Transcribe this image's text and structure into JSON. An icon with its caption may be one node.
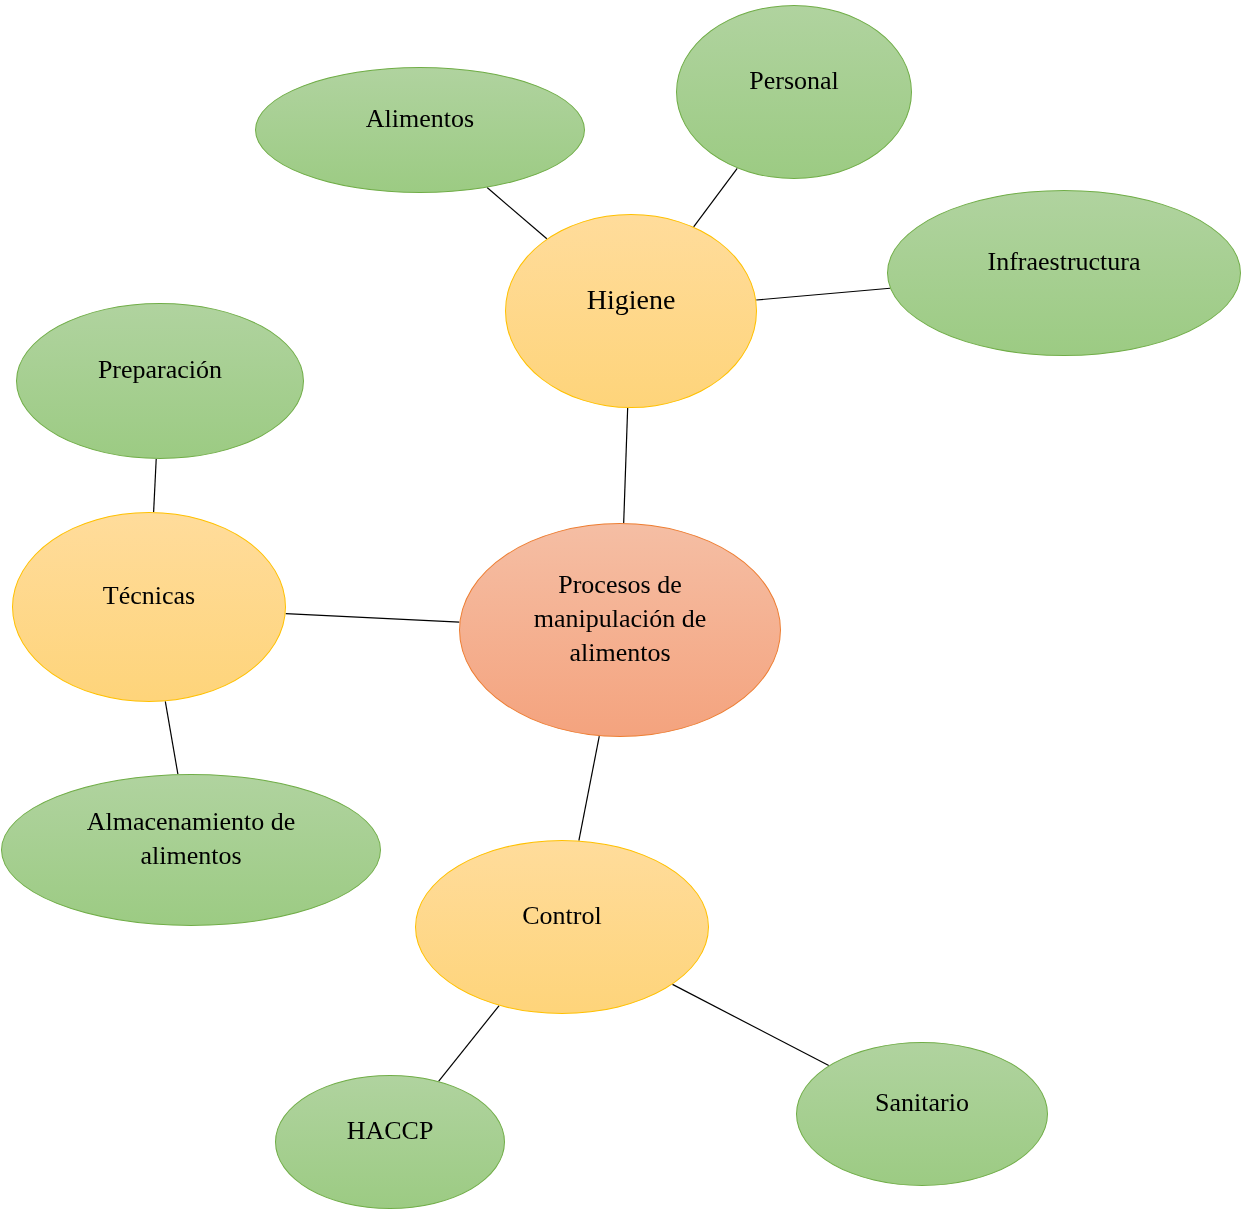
{
  "diagram": {
    "nodes": [
      {
        "text": [
          "Procesos de manipulación de alimentos"
        ]
      },
      {
        "text": [
          "Higiene"
        ]
      },
      {
        "text": [
          "Alimentos"
        ]
      },
      {
        "text": [
          "Personal"
        ]
      },
      {
        "text": [
          "Infraestructura"
        ]
      },
      {
        "text": [
          "Técnicas"
        ]
      },
      {
        "text": [
          "Preparación"
        ]
      },
      {
        "text": [
          "Almacenamiento de alimentos"
        ]
      },
      {
        "text": [
          "Control"
        ]
      },
      {
        "text": [
          "HACCP"
        ]
      },
      {
        "text": [
          "Sanitario"
        ]
      }
    ],
    "edges": [
      {
        "from": 1,
        "to": 0,
        "arrow": "none"
      },
      {
        "from": 2,
        "to": 1,
        "arrow": "none"
      },
      {
        "from": 3,
        "to": 1,
        "arrow": "none"
      },
      {
        "from": 4,
        "to": 1,
        "arrow": "none"
      },
      {
        "from": 5,
        "to": 0,
        "arrow": "none"
      },
      {
        "from": 6,
        "to": 5,
        "arrow": "none"
      },
      {
        "from": 7,
        "to": 5,
        "arrow": "none"
      },
      {
        "from": 0,
        "to": 8,
        "arrow": "none"
      },
      {
        "from": 8,
        "to": 9,
        "arrow": "none"
      },
      {
        "from": 8,
        "to": 10,
        "arrow": "none"
      }
    ]
  }
}
